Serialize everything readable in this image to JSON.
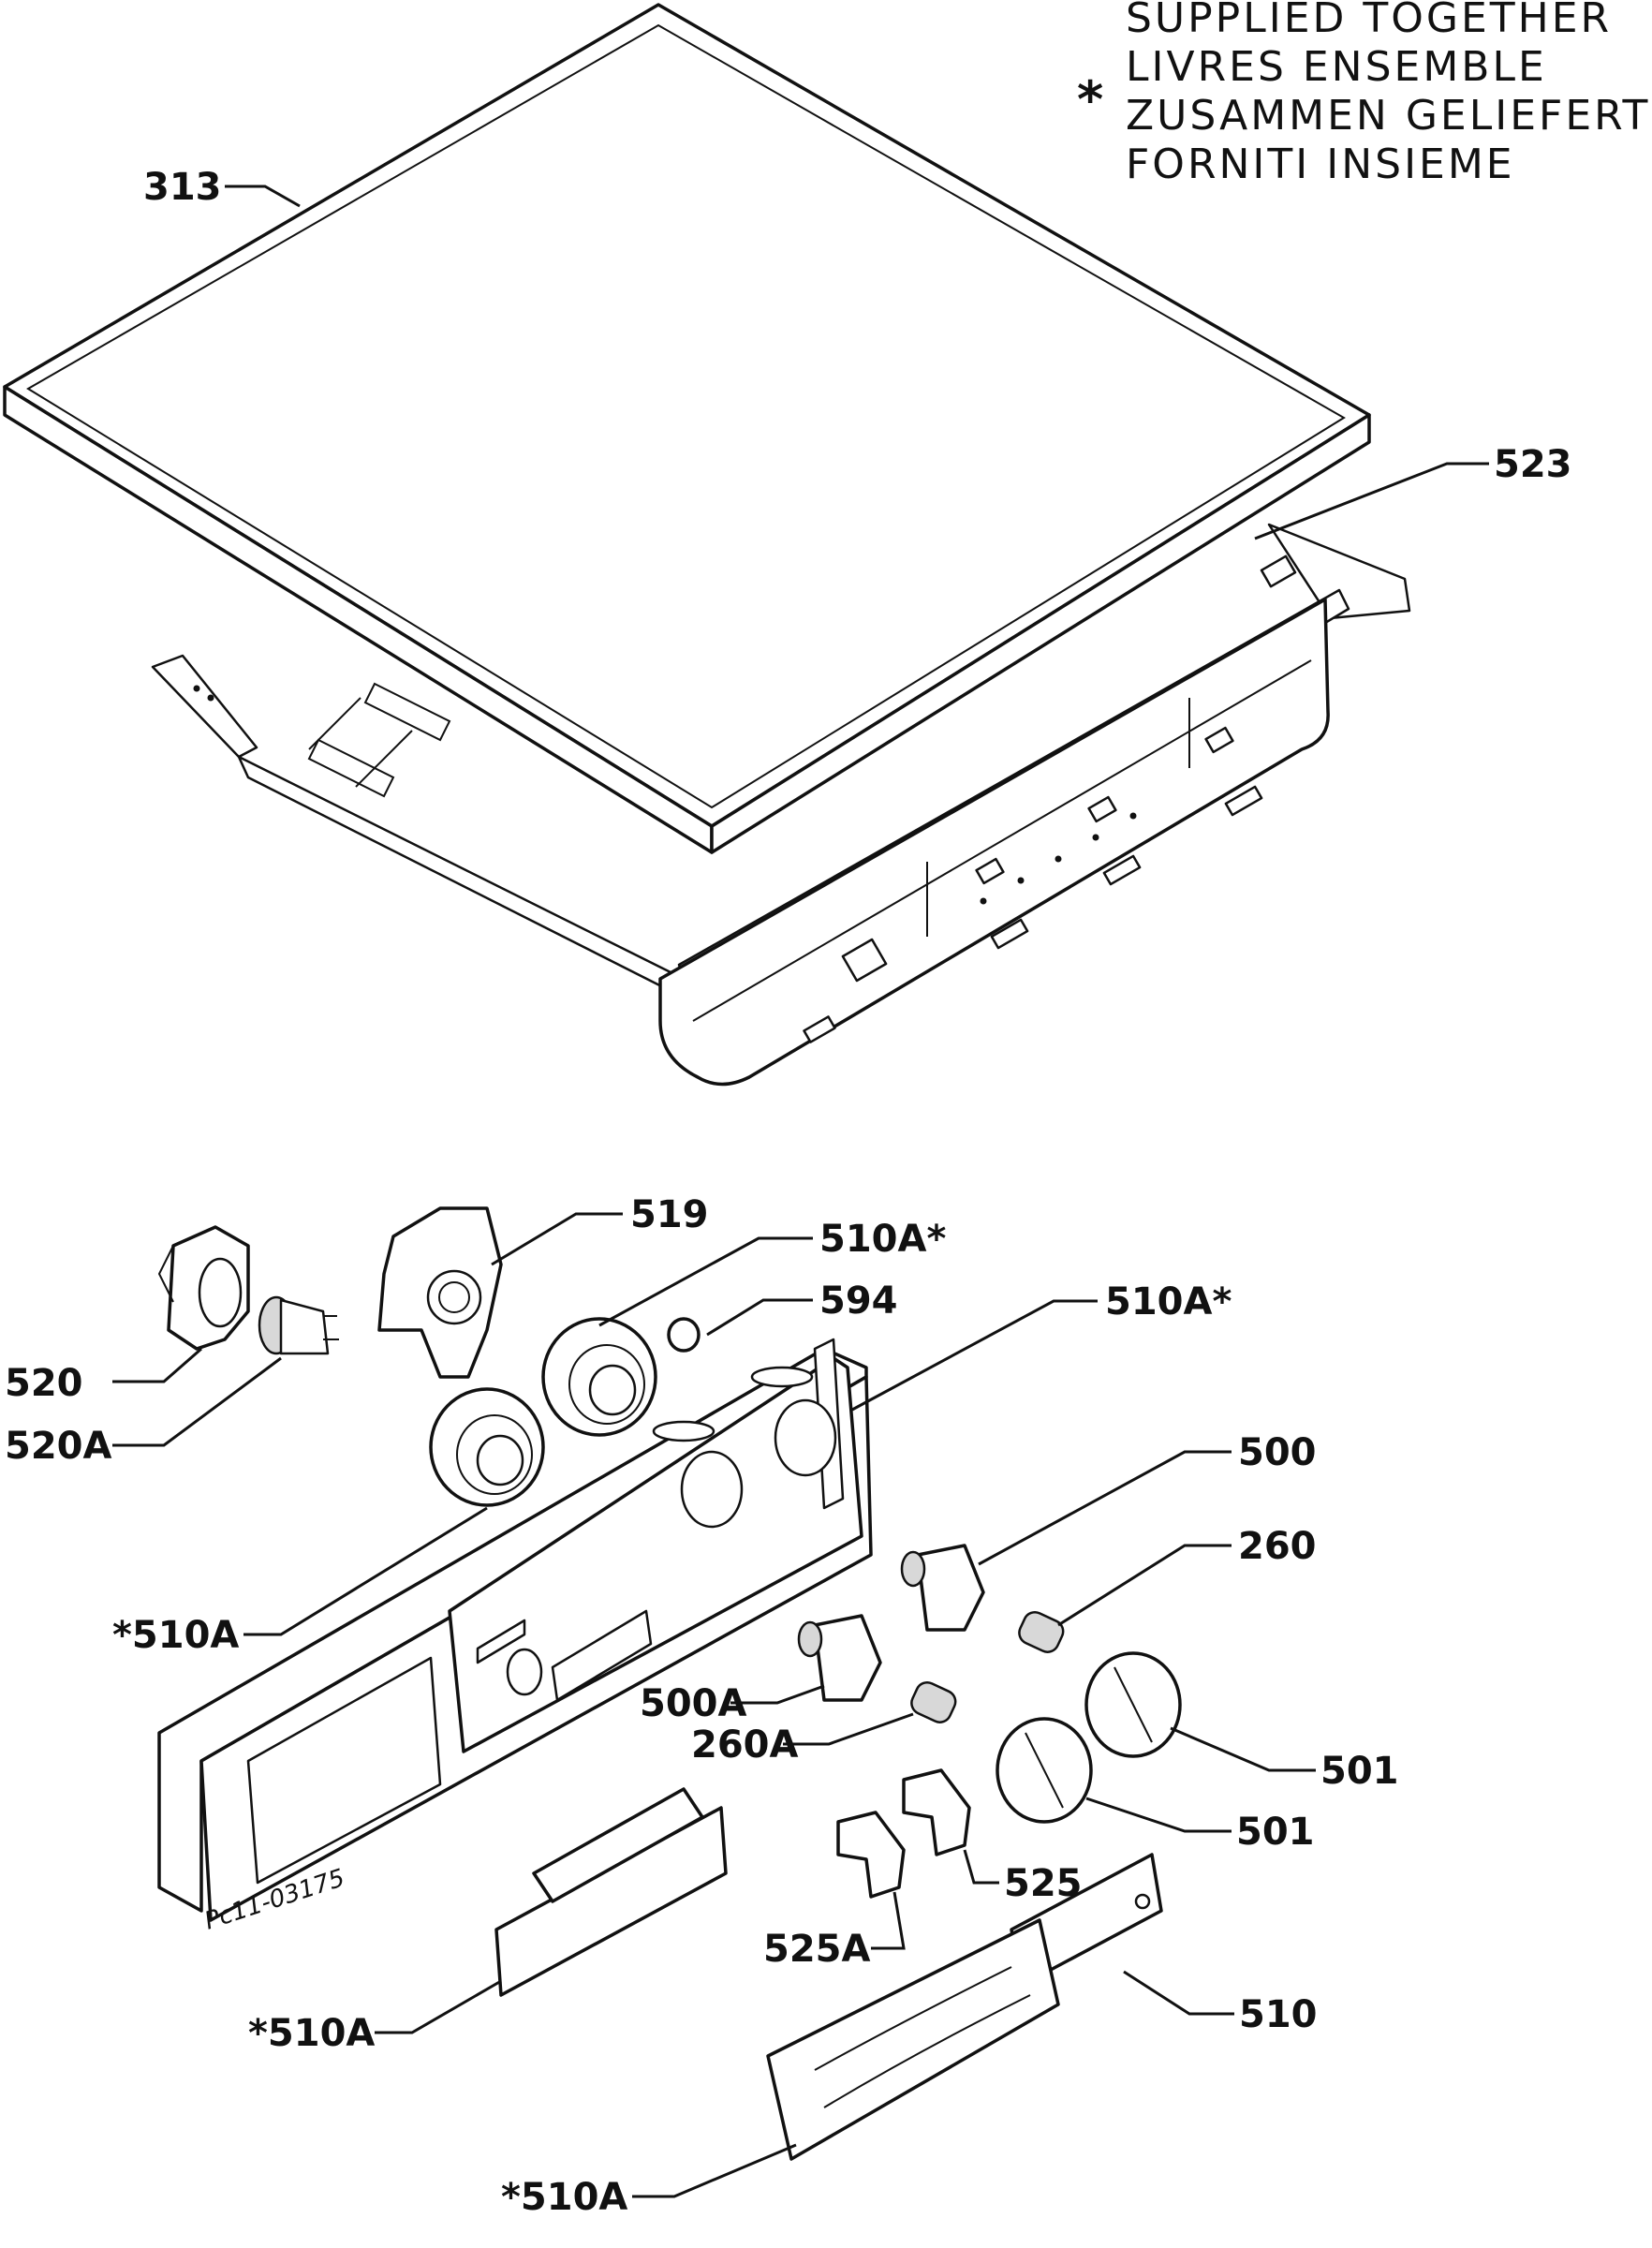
{
  "note": {
    "marker": "*",
    "lines": [
      "SUPPLIED TOGETHER",
      "LIVRES ENSEMBLE",
      "ZUSAMMEN GELIEFERT",
      "FORNITI INSIEME"
    ]
  },
  "labels": {
    "p313": "313",
    "p523": "523",
    "p519": "519",
    "p510a_star_1": "510A*",
    "p594": "594",
    "p510a_star_2": "510A*",
    "p520": "520",
    "p520a": "520A",
    "p500": "500",
    "p260": "260",
    "star_510a_1": "*510A",
    "p500a": "500A",
    "p260a": "260A",
    "p501_1": "501",
    "p501_2": "501",
    "p525": "525",
    "p525a": "525A",
    "star_510a_2": "*510A",
    "p510": "510",
    "star_510a_3": "*510A"
  },
  "drawing_code": "Pc11-03175"
}
